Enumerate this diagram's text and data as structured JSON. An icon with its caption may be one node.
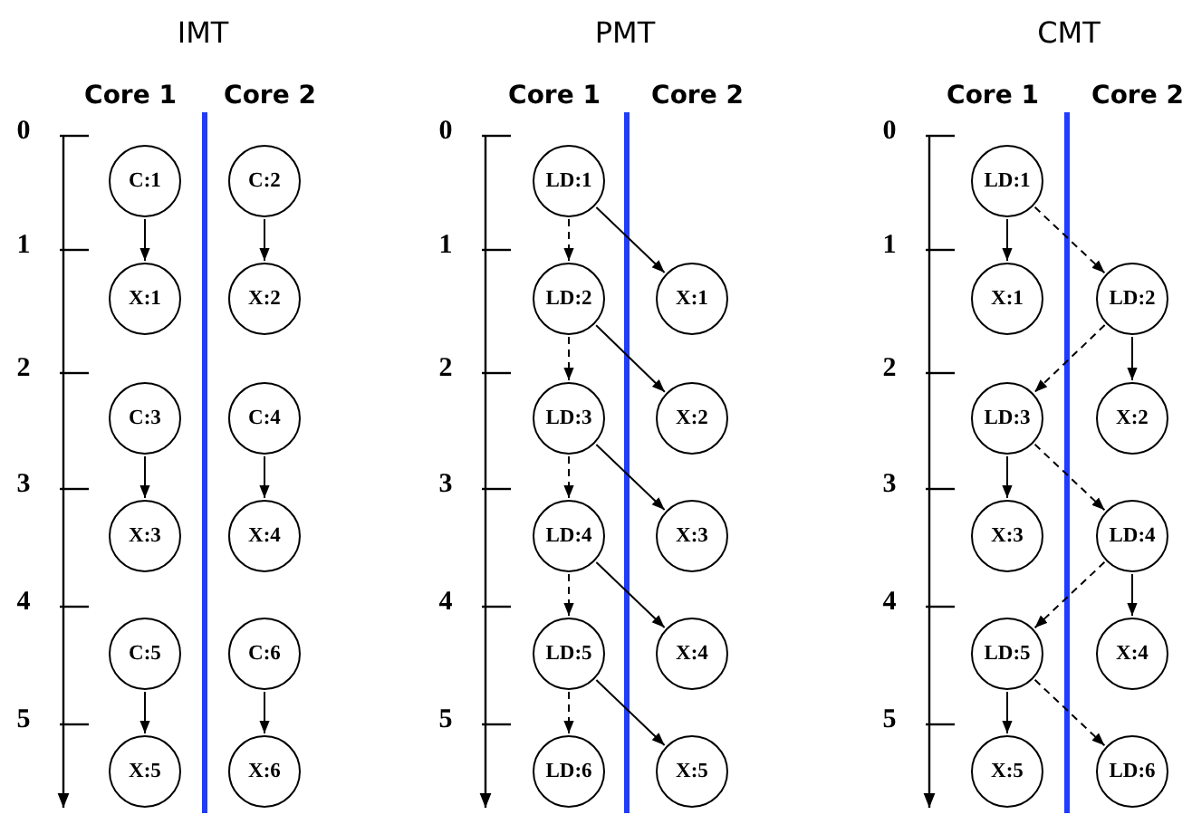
{
  "diagram": {
    "nodes": [
      {
        "text": [
          "C:1"
        ]
      },
      {
        "text": [
          "C:2"
        ]
      },
      {
        "text": [
          "X:1"
        ]
      },
      {
        "text": [
          "X:2"
        ]
      },
      {
        "text": [
          "C:3"
        ]
      },
      {
        "text": [
          "C:4"
        ]
      },
      {
        "text": [
          "X:3"
        ]
      },
      {
        "text": [
          "X:4"
        ]
      },
      {
        "text": [
          "C:5"
        ]
      },
      {
        "text": [
          "C:6"
        ]
      },
      {
        "text": [
          "X:5"
        ]
      },
      {
        "text": [
          "X:6"
        ]
      },
      {
        "text": [
          "LD:1"
        ]
      },
      {
        "text": [
          "LD:2"
        ]
      },
      {
        "text": [
          "X:1"
        ]
      },
      {
        "text": [
          "LD:3"
        ]
      },
      {
        "text": [
          "X:2"
        ]
      },
      {
        "text": [
          "LD:4"
        ]
      },
      {
        "text": [
          "X:3"
        ]
      },
      {
        "text": [
          "LD:5"
        ]
      },
      {
        "text": [
          "X:4"
        ]
      },
      {
        "text": [
          "LD:6"
        ]
      },
      {
        "text": [
          "X:5"
        ]
      },
      {
        "text": [
          "LD:1"
        ]
      },
      {
        "text": [
          "X:1"
        ]
      },
      {
        "text": [
          "LD:2"
        ]
      },
      {
        "text": [
          "LD:3"
        ]
      },
      {
        "text": [
          "X:2"
        ]
      },
      {
        "text": [
          "X:3"
        ]
      },
      {
        "text": [
          "LD:4"
        ]
      },
      {
        "text": [
          "LD:5"
        ]
      },
      {
        "text": [
          "X:4"
        ]
      },
      {
        "text": [
          "X:5"
        ]
      },
      {
        "text": [
          "LD:6"
        ]
      }
    ],
    "edges": [
      {
        "from": 0,
        "to": 2,
        "arrow": "to"
      },
      {
        "from": 1,
        "to": 3,
        "arrow": "to"
      },
      {
        "from": 4,
        "to": 6,
        "arrow": "to"
      },
      {
        "from": 5,
        "to": 7,
        "arrow": "to"
      },
      {
        "from": 8,
        "to": 10,
        "arrow": "to"
      },
      {
        "from": 9,
        "to": 11,
        "arrow": "to"
      },
      {
        "from": 12,
        "to": 13,
        "arrow": "to",
        "style": "dashed"
      },
      {
        "from": 12,
        "to": 14,
        "arrow": "to"
      },
      {
        "from": 13,
        "to": 15,
        "arrow": "to",
        "style": "dashed"
      },
      {
        "from": 13,
        "to": 16,
        "arrow": "to"
      },
      {
        "from": 15,
        "to": 17,
        "arrow": "to",
        "style": "dashed"
      },
      {
        "from": 15,
        "to": 18,
        "arrow": "to"
      },
      {
        "from": 17,
        "to": 19,
        "arrow": "to",
        "style": "dashed"
      },
      {
        "from": 17,
        "to": 20,
        "arrow": "to"
      },
      {
        "from": 19,
        "to": 21,
        "arrow": "to",
        "style": "dashed"
      },
      {
        "from": 19,
        "to": 22,
        "arrow": "to"
      },
      {
        "from": 23,
        "to": 24,
        "arrow": "to"
      },
      {
        "from": 23,
        "to": 25,
        "arrow": "to",
        "style": "dashed"
      },
      {
        "from": 25,
        "to": 27,
        "arrow": "to"
      },
      {
        "from": 25,
        "to": 26,
        "arrow": "to",
        "style": "dashed"
      },
      {
        "from": 26,
        "to": 28,
        "arrow": "to"
      },
      {
        "from": 26,
        "to": 29,
        "arrow": "to",
        "style": "dashed"
      },
      {
        "from": 29,
        "to": 31,
        "arrow": "to"
      },
      {
        "from": 29,
        "to": 30,
        "arrow": "to",
        "style": "dashed"
      },
      {
        "from": 30,
        "to": 32,
        "arrow": "to"
      },
      {
        "from": 30,
        "to": 33,
        "arrow": "to",
        "style": "dashed"
      }
    ],
    "labels": [
      "IMT",
      "PMT",
      "CMT",
      "Core 1",
      "Core 2",
      "Core 1",
      "Core 2",
      "Core 1",
      "Core 2",
      "0",
      "1",
      "2",
      "3",
      "4",
      "5",
      "0",
      "1",
      "2",
      "3",
      "4",
      "5",
      "0",
      "1",
      "2",
      "3",
      "4",
      "5"
    ]
  }
}
